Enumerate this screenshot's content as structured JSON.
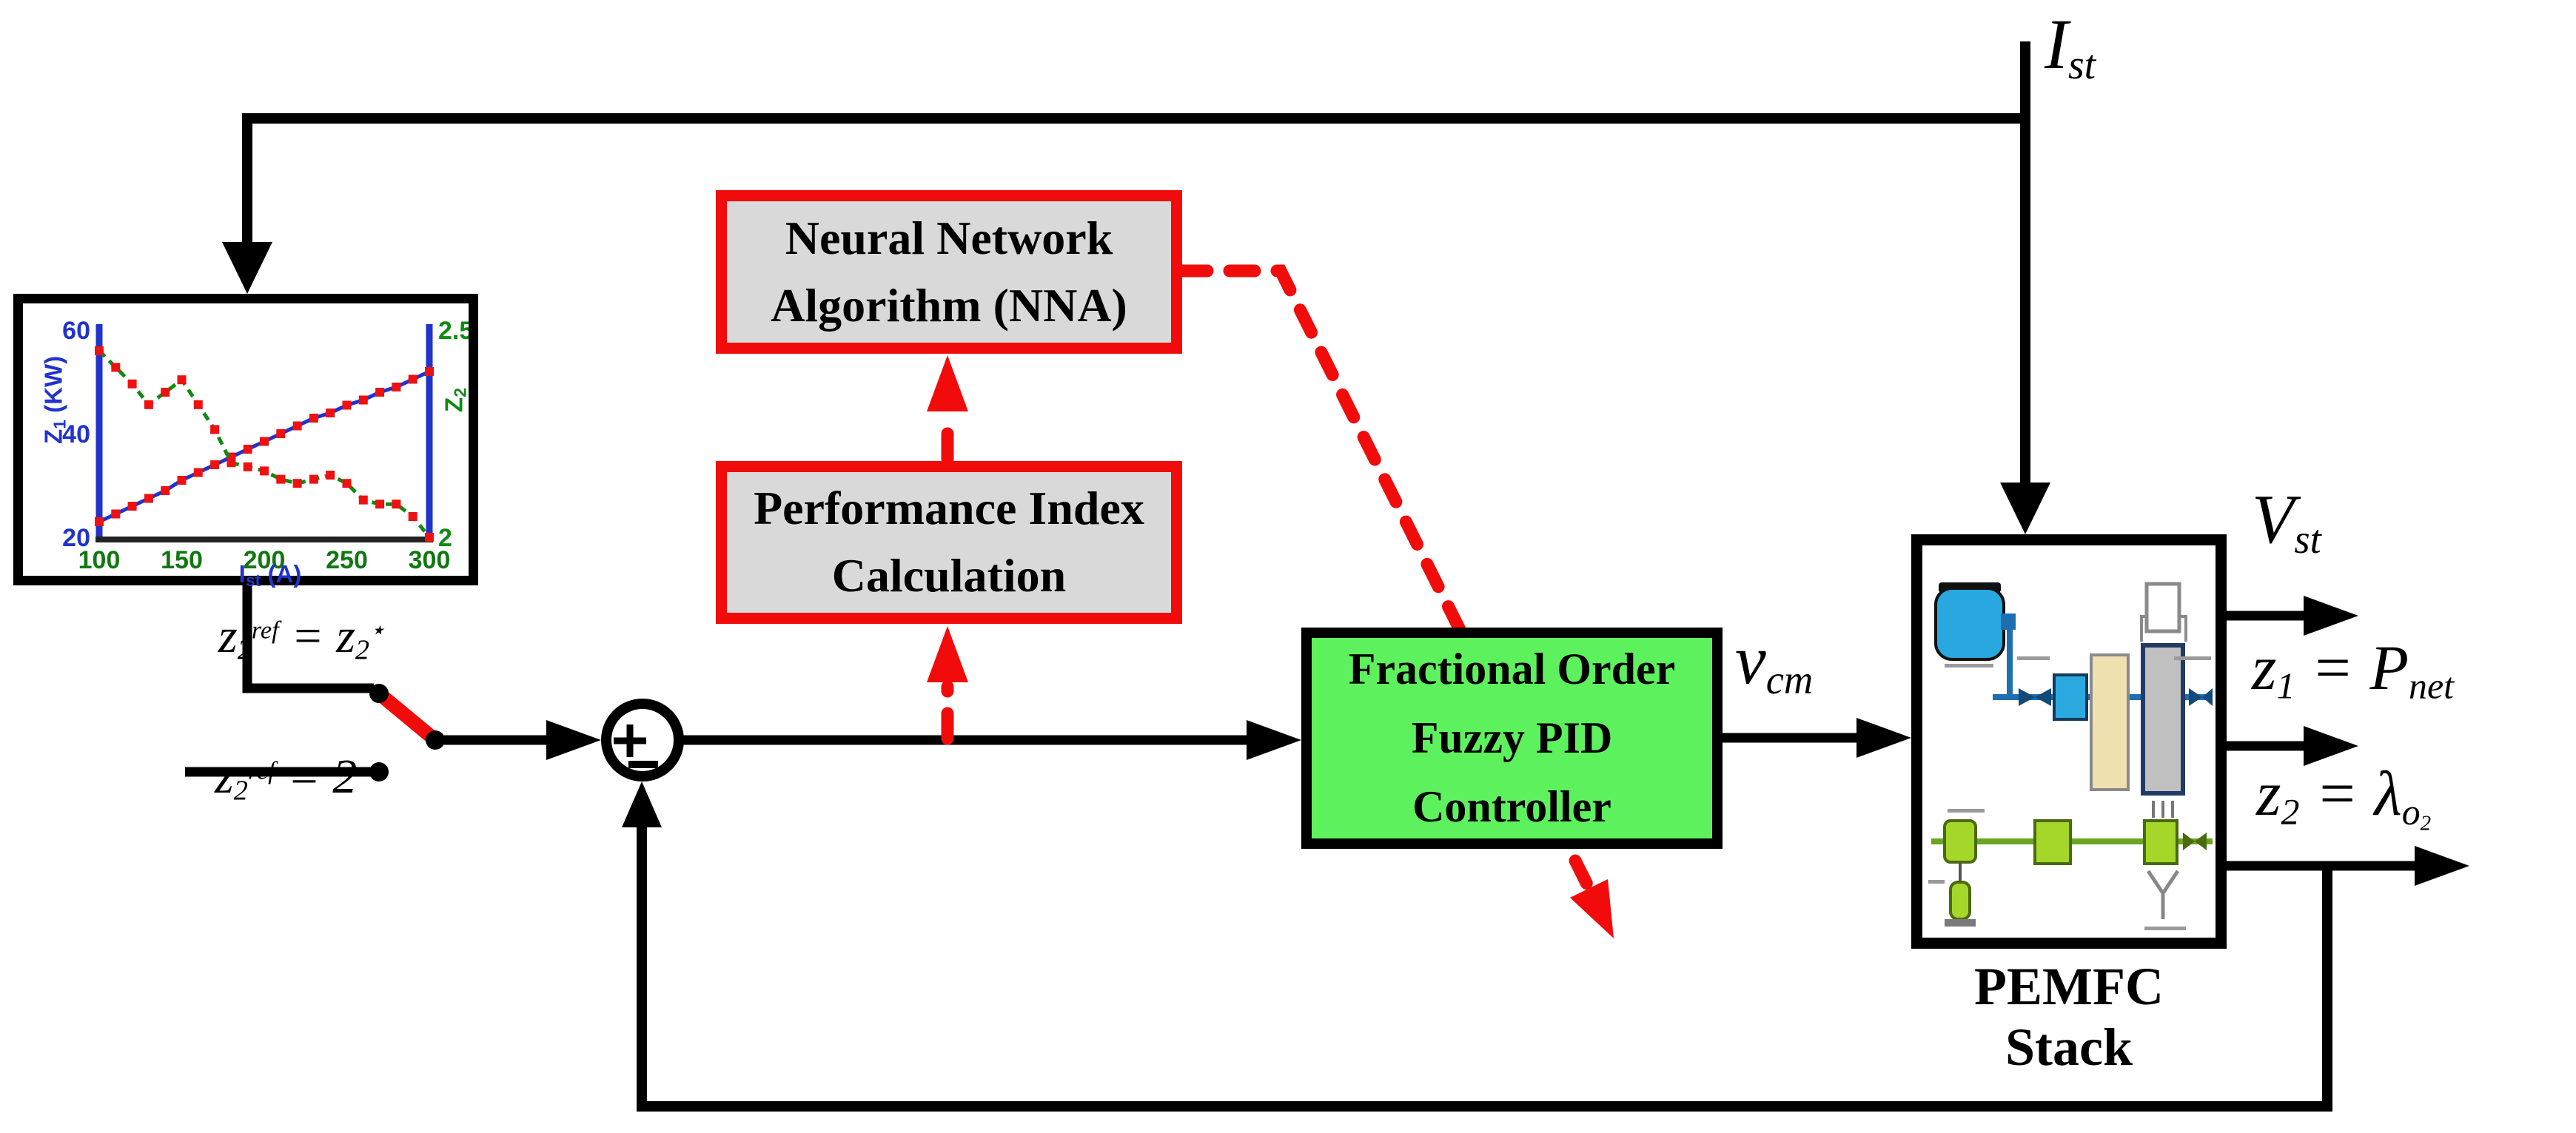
{
  "diagram": {
    "colors": {
      "accent_red": "#f10b0b",
      "box_gray": "#d9d9d9",
      "controller_green": "#5df25d",
      "line_black": "#000000",
      "tank_blue": "#29a8e0",
      "pipe_blue": "#1f6fb0",
      "air_green": "#a5d62a",
      "humidifier_beige": "#efe0b0",
      "stack_gray": "#c0c0c0"
    },
    "boxes": {
      "nna": {
        "line1": "Neural Network",
        "line2": "Algorithm (NNA)"
      },
      "performance_index": {
        "line1": "Performance Index",
        "line2": "Calculation"
      },
      "controller": {
        "line1": "Fractional Order",
        "line2": "Fuzzy PID",
        "line3": "Controller"
      },
      "pemfc": {
        "caption_line1": "PEMFC",
        "caption_line2": "Stack"
      }
    },
    "labels": {
      "ist": {
        "base": "I",
        "sub": "st"
      },
      "vcm": {
        "base": "v",
        "sub": "cm"
      },
      "vst": {
        "base": "V",
        "sub": "st"
      },
      "z1_out": {
        "lhs_base": "z",
        "lhs_sub": "1",
        "eq": " = ",
        "rhs_base": "P",
        "rhs_sub": "net"
      },
      "z2_out": {
        "lhs_base": "z",
        "lhs_sub": "2",
        "eq": " = ",
        "rhs_base": "λ",
        "rhs_sub": "o",
        "rhs_subsub": "2"
      },
      "z2ref_star": {
        "base": "z",
        "sub": "2",
        "sup": "ref",
        "eq": " = ",
        "rhs_base": "z",
        "rhs_sub": "2",
        "rhs_sup": "⋆"
      },
      "z2ref_const": {
        "base": "z",
        "sub": "2",
        "sup": "ref",
        "eq": " = ",
        "value": "2"
      },
      "sum_plus": "+",
      "sum_minus": "−"
    }
  },
  "chart_data": {
    "type": "line",
    "title": "",
    "xlabel_base": "I",
    "xlabel_sub": "st",
    "xlabel_unit": " (A)",
    "ylabel_left_base": "Z",
    "ylabel_left_sub": "1",
    "ylabel_left_unit": " (KW)",
    "ylabel_right_base": "Z",
    "ylabel_right_sub": "2",
    "x": [
      100,
      110,
      120,
      130,
      140,
      150,
      160,
      170,
      180,
      190,
      200,
      210,
      220,
      230,
      240,
      250,
      260,
      270,
      280,
      290,
      300
    ],
    "series": [
      {
        "name": "Z1 (KW)",
        "axis": "left",
        "color": "#2233cc",
        "style": "solid",
        "marker": "square",
        "values": [
          23,
          24.5,
          26,
          27.5,
          29,
          31,
          32.5,
          34,
          35.5,
          37,
          38.5,
          40,
          41.5,
          43,
          44,
          45.5,
          46.5,
          48,
          49,
          50.5,
          52
        ]
      },
      {
        "name": "Z2",
        "axis": "right",
        "color": "#118a11",
        "style": "dashed",
        "marker": "square",
        "values": [
          2.45,
          2.41,
          2.37,
          2.32,
          2.35,
          2.38,
          2.32,
          2.26,
          2.18,
          2.17,
          2.16,
          2.14,
          2.13,
          2.14,
          2.15,
          2.13,
          2.09,
          2.08,
          2.08,
          2.05,
          2.0
        ]
      }
    ],
    "xlim": [
      100,
      300
    ],
    "ylim_left": [
      20,
      60
    ],
    "ylim_right": [
      2,
      2.5
    ],
    "xticks": [
      100,
      150,
      200,
      250,
      300
    ],
    "yticks_left": [
      60,
      40,
      20
    ],
    "yticks_right": [
      2.5,
      2
    ],
    "grid": false,
    "legend": false,
    "marker_color": "#ee1111",
    "tick_color_left": "#2233cc",
    "tick_color_right": "#118a11",
    "tick_color_x": "#117711"
  }
}
